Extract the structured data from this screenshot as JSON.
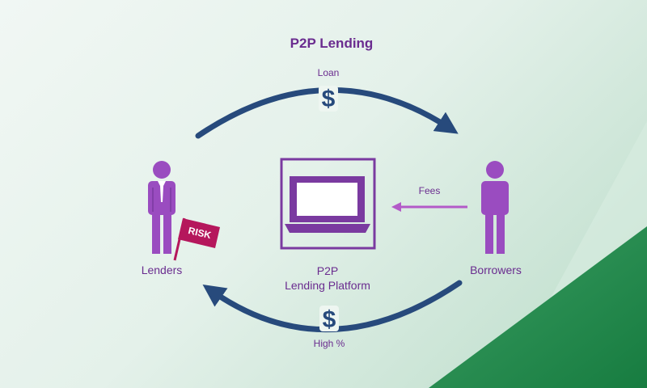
{
  "title": "P2P Lending",
  "labels": {
    "loan": "Loan",
    "high_pct": "High %",
    "fees": "Fees",
    "lenders": "Lenders",
    "borrowers": "Borrowers",
    "platform_line1": "P2P",
    "platform_line2": "Lending Platform",
    "risk_flag": "RISK",
    "dollar": "$"
  },
  "colors": {
    "purple": "#9a4cc0",
    "purple_dark": "#6a2c8f",
    "navy": "#274a7c",
    "arrow_light": "#b35ac8",
    "risk_flag": "#b5175c",
    "green": "#1d8a4a"
  }
}
